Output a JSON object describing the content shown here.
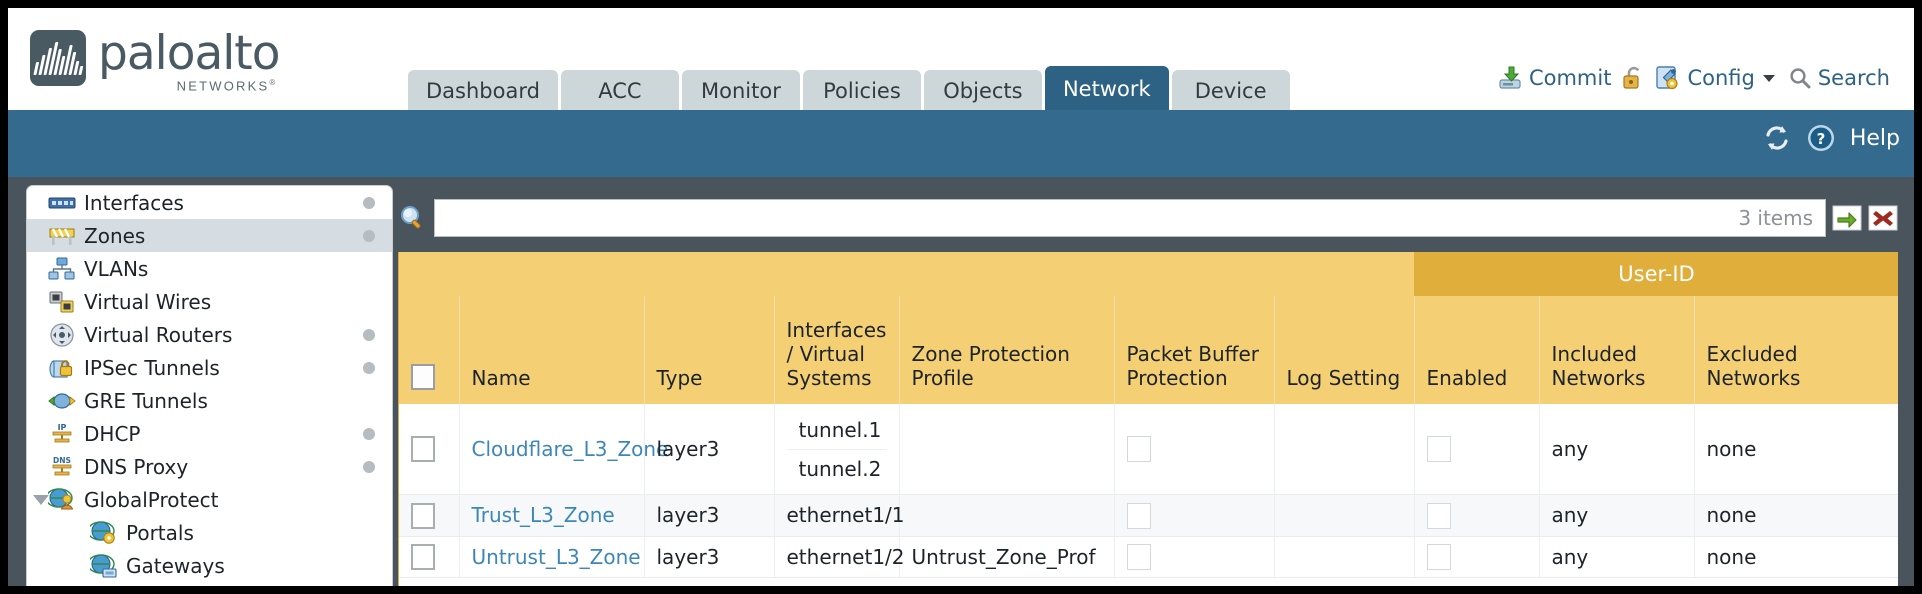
{
  "brand": {
    "name": "paloalto",
    "sub": "NETWORKS",
    "sub_mark": "®"
  },
  "nav": {
    "tabs": [
      {
        "label": "Dashboard",
        "active": false
      },
      {
        "label": "ACC",
        "active": false
      },
      {
        "label": "Monitor",
        "active": false
      },
      {
        "label": "Policies",
        "active": false
      },
      {
        "label": "Objects",
        "active": false
      },
      {
        "label": "Network",
        "active": true
      },
      {
        "label": "Device",
        "active": false
      }
    ]
  },
  "header_actions": {
    "commit": {
      "label": "Commit",
      "icon": "commit-save-icon"
    },
    "lock": {
      "label": "",
      "icon": "unlocked-padlock-icon"
    },
    "config": {
      "label": "Config",
      "icon": "config-wrench-icon",
      "caret": "chevron-down-icon"
    },
    "search": {
      "label": "Search",
      "icon": "search-magnifier-icon"
    }
  },
  "toolbar": {
    "refresh": {
      "icon": "refresh-icon"
    },
    "help": {
      "label": "Help",
      "icon": "help-question-icon"
    }
  },
  "sidebar": {
    "items": [
      {
        "label": "Interfaces",
        "icon": "interfaces-icon",
        "selected": false,
        "dot": true,
        "indent": false,
        "caret": false
      },
      {
        "label": "Zones",
        "icon": "zones-barrier-icon",
        "selected": true,
        "dot": true,
        "indent": false,
        "caret": false
      },
      {
        "label": "VLANs",
        "icon": "vlans-network-icon",
        "selected": false,
        "dot": false,
        "indent": false,
        "caret": false
      },
      {
        "label": "Virtual Wires",
        "icon": "virtual-wires-icon",
        "selected": false,
        "dot": false,
        "indent": false,
        "caret": false
      },
      {
        "label": "Virtual Routers",
        "icon": "virtual-routers-icon",
        "selected": false,
        "dot": true,
        "indent": false,
        "caret": false
      },
      {
        "label": "IPSec Tunnels",
        "icon": "ipsec-tunnels-lock-icon",
        "selected": false,
        "dot": true,
        "indent": false,
        "caret": false
      },
      {
        "label": "GRE Tunnels",
        "icon": "gre-tunnels-icon",
        "selected": false,
        "dot": false,
        "indent": false,
        "caret": false
      },
      {
        "label": "DHCP",
        "icon": "dhcp-ip-icon",
        "selected": false,
        "dot": true,
        "indent": false,
        "caret": false
      },
      {
        "label": "DNS Proxy",
        "icon": "dns-proxy-icon",
        "selected": false,
        "dot": true,
        "indent": false,
        "caret": false
      },
      {
        "label": "GlobalProtect",
        "icon": "globalprotect-globe-icon",
        "selected": false,
        "dot": false,
        "indent": false,
        "caret": true
      },
      {
        "label": "Portals",
        "icon": "portals-globe-gear-icon",
        "selected": false,
        "dot": false,
        "indent": true,
        "caret": false
      },
      {
        "label": "Gateways",
        "icon": "gateways-globe-icon",
        "selected": false,
        "dot": false,
        "indent": true,
        "caret": false
      }
    ]
  },
  "filter": {
    "icon": "search-magnifier-icon",
    "value": "",
    "placeholder": "",
    "items_count": "3 items",
    "apply_icon": "green-arrow-apply-icon",
    "clear_icon": "red-x-clear-icon"
  },
  "table": {
    "group_header": {
      "user_id": "User-ID"
    },
    "columns": [
      {
        "key": "check",
        "label": ""
      },
      {
        "key": "name",
        "label": "Name"
      },
      {
        "key": "type",
        "label": "Type"
      },
      {
        "key": "interfaces",
        "label": "Interfaces / Virtual Systems"
      },
      {
        "key": "zone_protection",
        "label": "Zone Protection Profile"
      },
      {
        "key": "packet_buffer",
        "label": "Packet Buffer Protection"
      },
      {
        "key": "log_setting",
        "label": "Log Setting"
      },
      {
        "key": "enabled",
        "label": "Enabled"
      },
      {
        "key": "included",
        "label": "Included Networks"
      },
      {
        "key": "excluded",
        "label": "Excluded Networks"
      }
    ],
    "rows": [
      {
        "name": "Cloudflare_L3_Zone",
        "type": "layer3",
        "interfaces": [
          "tunnel.1",
          "tunnel.2"
        ],
        "zone_protection": "",
        "packet_buffer_checked": false,
        "log_setting": "",
        "enabled_checked": false,
        "included": "any",
        "excluded": "none"
      },
      {
        "name": "Trust_L3_Zone",
        "type": "layer3",
        "interfaces": [
          "ethernet1/1"
        ],
        "zone_protection": "",
        "packet_buffer_checked": false,
        "log_setting": "",
        "enabled_checked": false,
        "included": "any",
        "excluded": "none"
      },
      {
        "name": "Untrust_L3_Zone",
        "type": "layer3",
        "interfaces": [
          "ethernet1/2"
        ],
        "zone_protection": "Untrust_Zone_Prof",
        "packet_buffer_checked": false,
        "log_setting": "",
        "enabled_checked": false,
        "included": "any",
        "excluded": "none"
      }
    ]
  },
  "colors": {
    "brand_slate": "#4a5a63",
    "tab_active": "#2e6284",
    "tab_inactive": "#cdd6d9",
    "blue_bar": "#336a8d",
    "dark_strip": "#49545c",
    "table_header": "#f5cf74",
    "table_group_header": "#dfae3b",
    "link": "#3d87b8"
  }
}
